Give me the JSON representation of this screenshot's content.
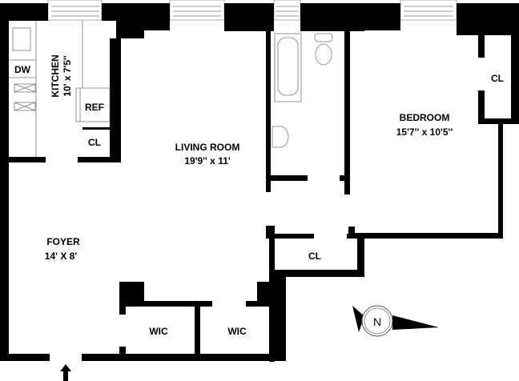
{
  "rooms": {
    "kitchen": {
      "name": "KITCHEN",
      "size": "10' x 7'5''"
    },
    "living_room": {
      "name": "LIVING ROOM",
      "size": "19'9'' x 11'"
    },
    "bedroom": {
      "name": "BEDROOM",
      "size": "15'7'' x 10'5''"
    },
    "foyer": {
      "name": "FOYER",
      "size": "14' X 8'"
    }
  },
  "fixtures": {
    "dishwasher": "DW",
    "refrigerator": "REF"
  },
  "closets": {
    "kitchen_closet": "CL",
    "bedroom_closet": "CL",
    "hall_closet": "CL",
    "wic_1": "WIC",
    "wic_2": "WIC"
  },
  "compass": {
    "label": "N"
  }
}
